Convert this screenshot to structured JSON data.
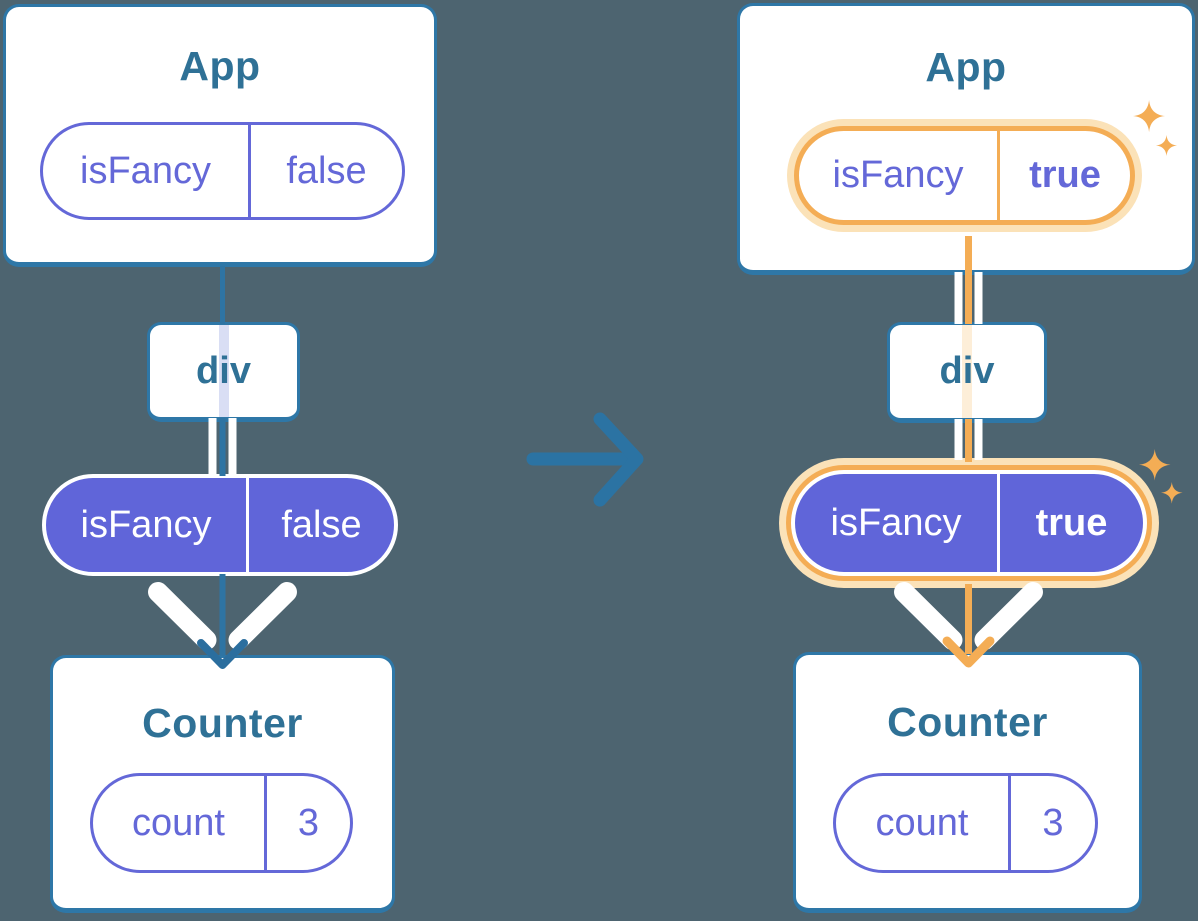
{
  "diagram_title": "Passing isFancy prop down from App through div to Counter (before and after state change)",
  "palette": {
    "background": "#4d6470",
    "card_border": "#2e77a7",
    "title_text": "#2f7196",
    "purple_fill": "#6065d9",
    "purple_text": "#6468d8",
    "blue_line": "#2e74a3",
    "transition_arrow": "#2b73a3",
    "orange_highlight": "#f4ad55",
    "orange_glow": "#fbe2b8",
    "orange_pale_strip": "#fdeed8",
    "lavender_strip": "#d9def4",
    "white": "#ffffff"
  },
  "before": {
    "app_title": "App",
    "app_prop_name": "isFancy",
    "app_prop_value": "false",
    "div_label": "div",
    "passed_prop_name": "isFancy",
    "passed_prop_value": "false",
    "counter_title": "Counter",
    "state_name": "count",
    "state_value": "3"
  },
  "after": {
    "app_title": "App",
    "app_prop_name": "isFancy",
    "app_prop_value": "true",
    "div_label": "div",
    "passed_prop_name": "isFancy",
    "passed_prop_value": "true",
    "counter_title": "Counter",
    "state_name": "count",
    "state_value": "3"
  }
}
